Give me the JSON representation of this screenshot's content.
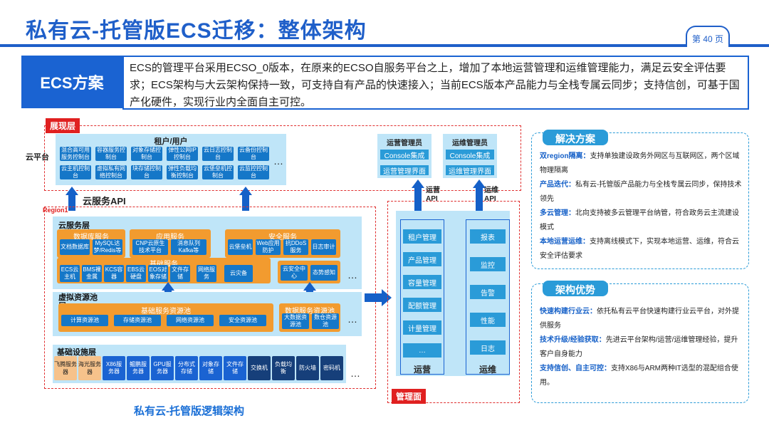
{
  "title": "私有云-托管版ECS迁移：整体架构",
  "page_number": "第 40 页",
  "ecs_label": "ECS方案",
  "ecs_desc": "ECS的管理平台采用ECSO_0版本，在原来的ECSO自服务平台之上，增加了本地运营管理和运维管理能力，满足云安全评估要求；ECS架构与大云架构保持一致，可支持自有产品的快速接入；当前ECS版本产品能力与全栈专属云同步；支持信创，可基于国产化硬件，实现行业内全面自主可控。",
  "diagram": {
    "presentation_layer": "展现层",
    "cloud_platform": "云平台",
    "tenant_title": "租户/用户",
    "tenant_row1": [
      "混合高可用服务控制台",
      "容器服务控制台",
      "对象存储控制台",
      "弹性公网IP控制台",
      "云日志控制台",
      "云备份控制台"
    ],
    "tenant_row2": [
      "云主机控制台",
      "虚拟私有网络控制台",
      "块存储控制台",
      "弹性负载均衡控制台",
      "云堡垒机控制台",
      "云监控控制台"
    ],
    "ops_admin": "运营管理员",
    "ops_console": "Console集成",
    "ops_ui": "运营管理界面",
    "maint_admin": "运维管理员",
    "maint_console": "Console集成",
    "maint_ui": "运维管理界面",
    "cloud_api": "云服务API",
    "region": "Region1",
    "cloud_service_layer": "云服务层",
    "db_service": "数据库服务",
    "db_items": [
      "文档数据库",
      "MySQL达梦/Redis等"
    ],
    "app_service": "应用服务",
    "app_items": [
      "CNP云原生技术平台",
      "消息队列Kafka等"
    ],
    "security_service": "安全服务",
    "security_items": [
      "云堡垒机",
      "Web应用防护",
      "抗DDoS服务",
      "日志审计"
    ],
    "basic_service": "基础服务",
    "basic_items": [
      "ECS云主机",
      "BMS裸金属",
      "KCS容器",
      "EBS云硬盘",
      "EOS对象存储",
      "文件存储",
      "网络服务",
      "云灾备"
    ],
    "sec_center": "云安全中心",
    "threat": "态势感知",
    "virtual_pool_layer": "虚拟资源池层",
    "base_pool": "基础服务资源池",
    "base_pool_items": [
      "计算资源池",
      "存储资源池",
      "网络资源池",
      "安全资源池"
    ],
    "data_pool": "数据服务资源池",
    "data_pool_items": [
      "大数据资源池",
      "数仓资源池"
    ],
    "infra_layer": "基础设施层",
    "infra_items": [
      "飞腾服务器",
      "海光服务器",
      "X86服务器",
      "鲲鹏服务器",
      "GPU服务器",
      "分布式存储",
      "对象存储",
      "文件存储",
      "交换机",
      "负载均衡",
      "防火墙",
      "密码机"
    ],
    "ops_api": "运营API",
    "maint_api": "运维API",
    "ops_list": [
      "租户管理",
      "产品管理",
      "容量管理",
      "配额管理",
      "计量管理",
      "…"
    ],
    "ops_label": "运营",
    "maint_list": [
      "报表",
      "监控",
      "告警",
      "性能",
      "日志"
    ],
    "maint_label": "运维",
    "mgmt_plane": "管理面",
    "caption": "私有云-托管版逻辑架构",
    "ellipsis": "…"
  },
  "solution": {
    "title": "解决方案",
    "items": [
      {
        "key": "双region隔离：",
        "text": "支持单独建设政务外网区与互联网区，两个区域物理隔离"
      },
      {
        "key": "产品迭代：",
        "text": "私有云-托管版产品能力与全栈专属云同步，保持技术领先"
      },
      {
        "key": "多云管理：",
        "text": "北向支持被多云管理平台纳管，符合政务云主流建设模式"
      },
      {
        "key": "本地运营运维：",
        "text": "支持离线模式下，实现本地运营、运维，符合云安全评估要求"
      }
    ]
  },
  "advantage": {
    "title": "架构优势",
    "items": [
      {
        "key": "快速构建行业云：",
        "text": "依托私有云平台快速构建行业云平台，对外提供服务"
      },
      {
        "key": "技术升级/经验获取：",
        "text": "先进云平台架构/运营/运维管理经验，提升客户自身能力"
      },
      {
        "key": "支持信创、自主可控：",
        "text": "支持X86与ARM两种IT选型的混配组合使用。"
      }
    ]
  },
  "colors": {
    "primary": "#1f5fc9",
    "chip": "#1577c8",
    "orange": "#f29b2f",
    "layer_bg": "#bfe5f8",
    "red": "#e02020"
  }
}
